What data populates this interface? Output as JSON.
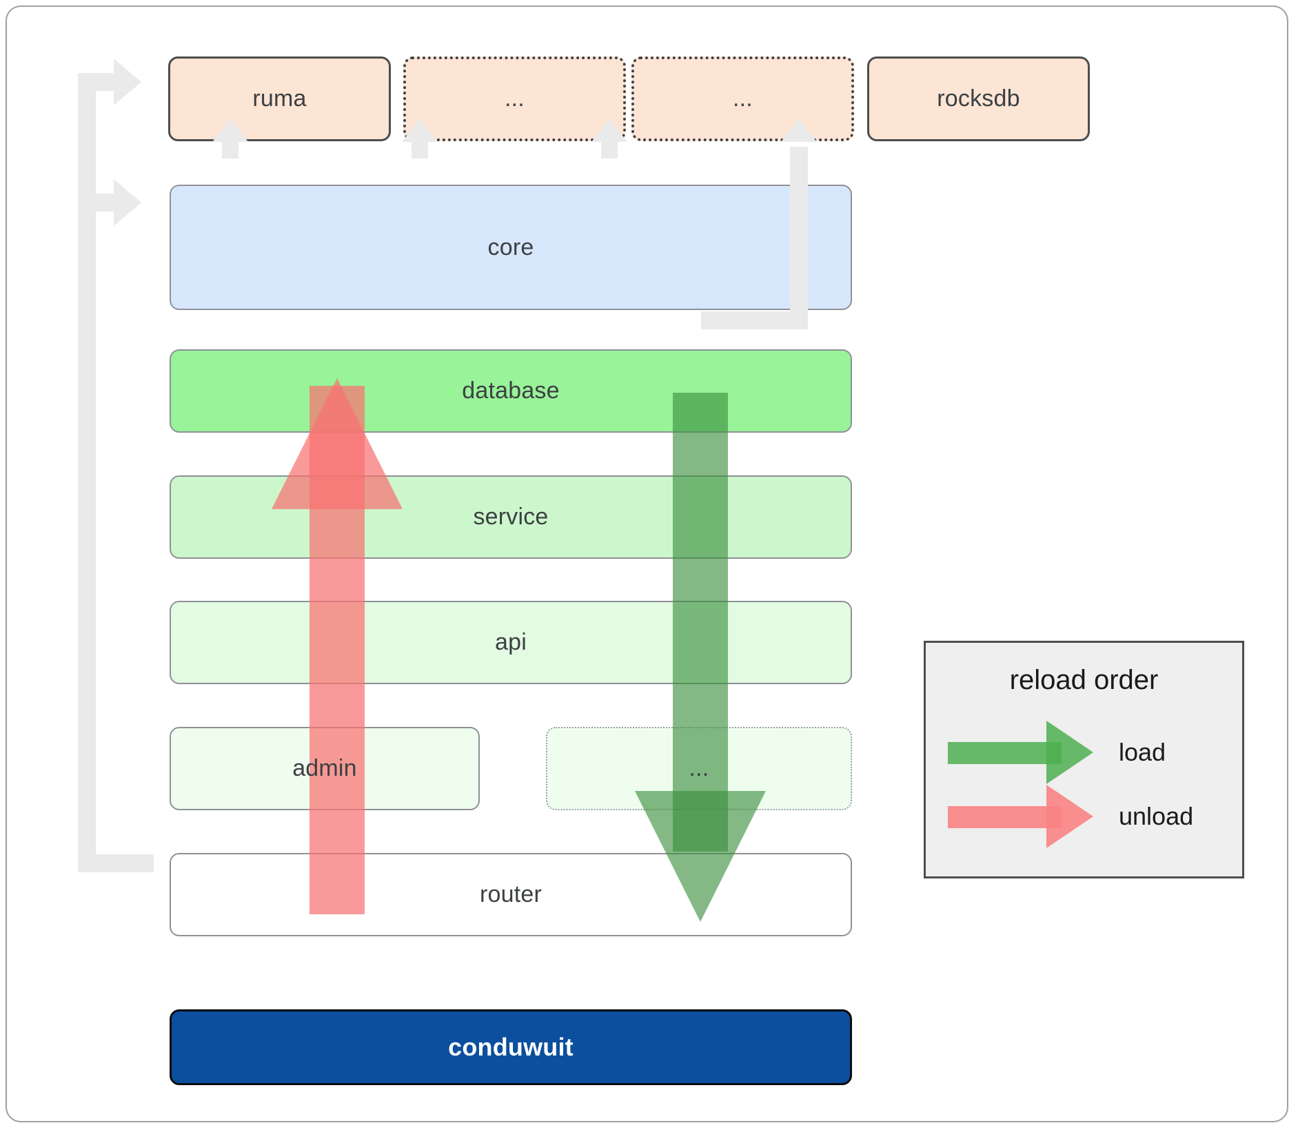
{
  "diagram": {
    "title": "conduwuit crate / reload-order architecture",
    "colors": {
      "crate_fill": "#fce5d5",
      "crate_stroke": "#4d4d4d",
      "core_fill": "#d7e7fb",
      "database_fill": "#99f399",
      "service_fill": "#ccf7cc",
      "api_fill": "#e2fbe2",
      "admin_fill": "#effdef",
      "dots_fill": "#effdef",
      "router_fill": "#ffffff",
      "app_fill": "#0b4f9e",
      "app_text": "#ffffff",
      "connector_gray": "#eaeaea",
      "load_green": "#4caf50",
      "unload_red": "#fa8383",
      "legend_fill": "#efefef",
      "legend_stroke": "#4d4d4d",
      "node_text": "#3c4043"
    },
    "crates_row": [
      {
        "label": "ruma",
        "style": "solid"
      },
      {
        "label": "...",
        "style": "dotted"
      },
      {
        "label": "...",
        "style": "dotted"
      },
      {
        "label": "rocksdb",
        "style": "solid"
      }
    ],
    "core": {
      "label": "core"
    },
    "layers": [
      {
        "label": "database",
        "style": "solid"
      },
      {
        "label": "service",
        "style": "solid"
      },
      {
        "label": "api",
        "style": "solid"
      },
      {
        "label": "admin",
        "style": "solid"
      },
      {
        "label": "...",
        "style": "dotted"
      },
      {
        "label": "router",
        "style": "solid"
      }
    ],
    "app": {
      "label": "conduwuit"
    },
    "legend": {
      "title": "reload order",
      "items": [
        {
          "label": "load",
          "color": "#4caf50"
        },
        {
          "label": "unload",
          "color": "#fa8383"
        }
      ]
    }
  }
}
